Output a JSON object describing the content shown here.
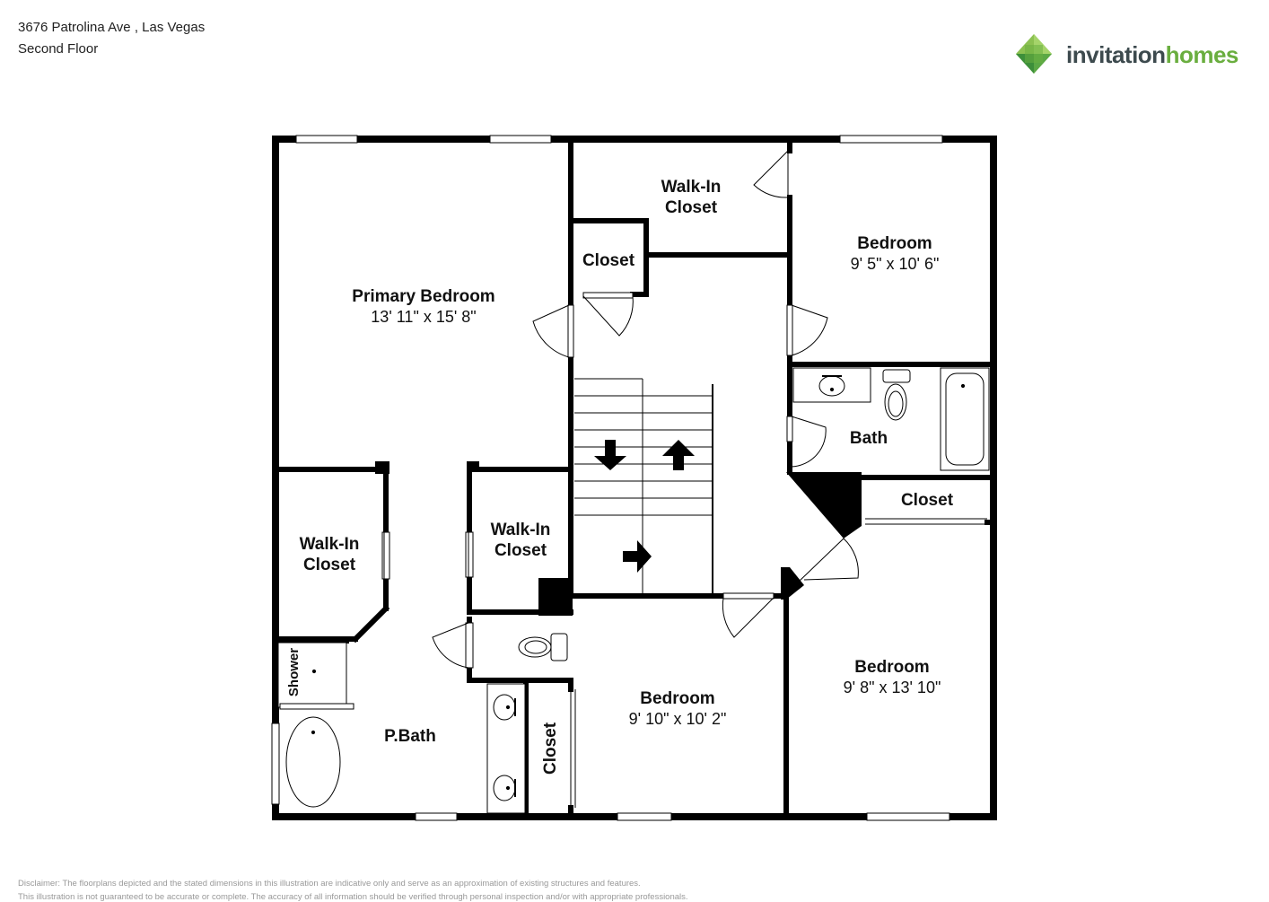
{
  "header": {
    "address": "3676 Patrolina Ave , Las Vegas",
    "floor": "Second Floor"
  },
  "brand": {
    "name_part1": "invitation",
    "name_part2": "homes",
    "colors": {
      "text": "#3d4a4e",
      "accent": "#6aae3f",
      "accent_dark": "#3d8f3a"
    }
  },
  "rooms": {
    "primary_bedroom": {
      "name": "Primary Bedroom",
      "dims": "13' 11\" x 15' 8\""
    },
    "walkin_top": {
      "line1": "Walk-In",
      "line2": "Closet"
    },
    "closet_small": {
      "name": "Closet"
    },
    "bedroom_ne": {
      "name": "Bedroom",
      "dims": "9' 5\" x 10' 6\""
    },
    "bath": {
      "name": "Bath"
    },
    "closet_east": {
      "name": "Closet"
    },
    "walkin_left": {
      "line1": "Walk-In",
      "line2": "Closet"
    },
    "walkin_mid": {
      "line1": "Walk-In",
      "line2": "Closet"
    },
    "shower": {
      "name": "Shower"
    },
    "pbath": {
      "name": "P.Bath"
    },
    "closet_vertical": {
      "name": "Closet"
    },
    "bedroom_s": {
      "name": "Bedroom",
      "dims": "9' 10\" x 10' 2\""
    },
    "bedroom_se": {
      "name": "Bedroom",
      "dims": "9' 8\" x 13' 10\""
    }
  },
  "disclaimer": {
    "line1": "Disclaimer: The floorplans depicted and the stated dimensions in this illustration are indicative only and serve as an approximation of existing structures and features.",
    "line2": "This illustration is not guaranteed to be accurate or complete. The accuracy of all information should be verified through personal inspection and/or with appropriate professionals."
  }
}
